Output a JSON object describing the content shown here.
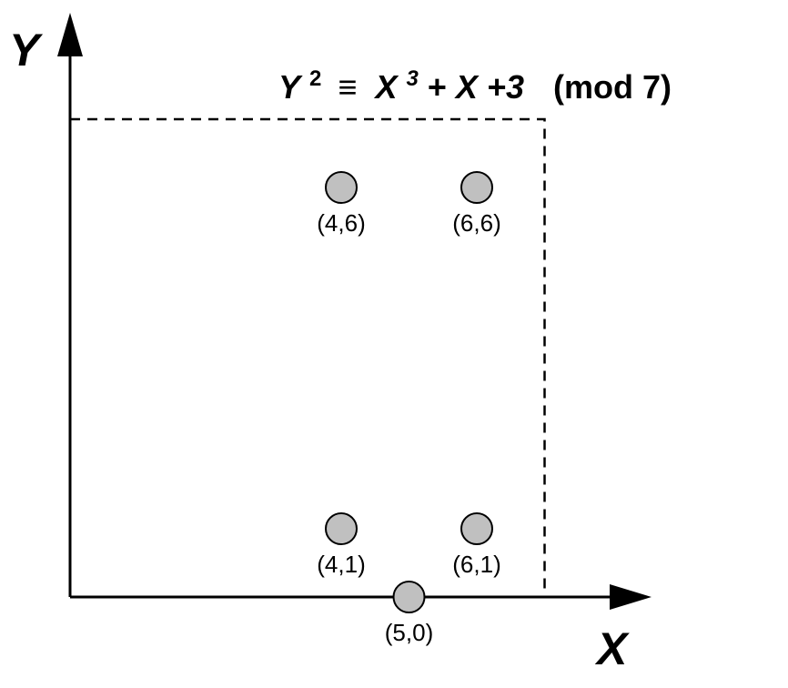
{
  "chart_data": {
    "type": "scatter",
    "title": {
      "lhs_var": "Y",
      "lhs_exp": "2",
      "congruence": "≡",
      "rhs_var1": "X",
      "rhs_exp": "3",
      "rhs_plus1": "+",
      "rhs_var2": "X",
      "rhs_rest": "+3",
      "modulus": "(mod 7)"
    },
    "xlabel": "X",
    "ylabel": "Y",
    "modulus": 7,
    "xlim": [
      0,
      7
    ],
    "ylim": [
      0,
      7
    ],
    "grid": false,
    "boundary_box": {
      "x_max": 7,
      "y_max": 7,
      "style": "dashed"
    },
    "points": [
      {
        "x": 4,
        "y": 6,
        "label": "(4,6)"
      },
      {
        "x": 6,
        "y": 6,
        "label": "(6,6)"
      },
      {
        "x": 4,
        "y": 1,
        "label": "(4,1)"
      },
      {
        "x": 6,
        "y": 1,
        "label": "(6,1)"
      },
      {
        "x": 5,
        "y": 0,
        "label": "(5,0)"
      }
    ],
    "colors": {
      "point_fill": "#c0c0c0",
      "point_stroke": "#000000",
      "axis": "#000000",
      "box": "#000000"
    }
  }
}
